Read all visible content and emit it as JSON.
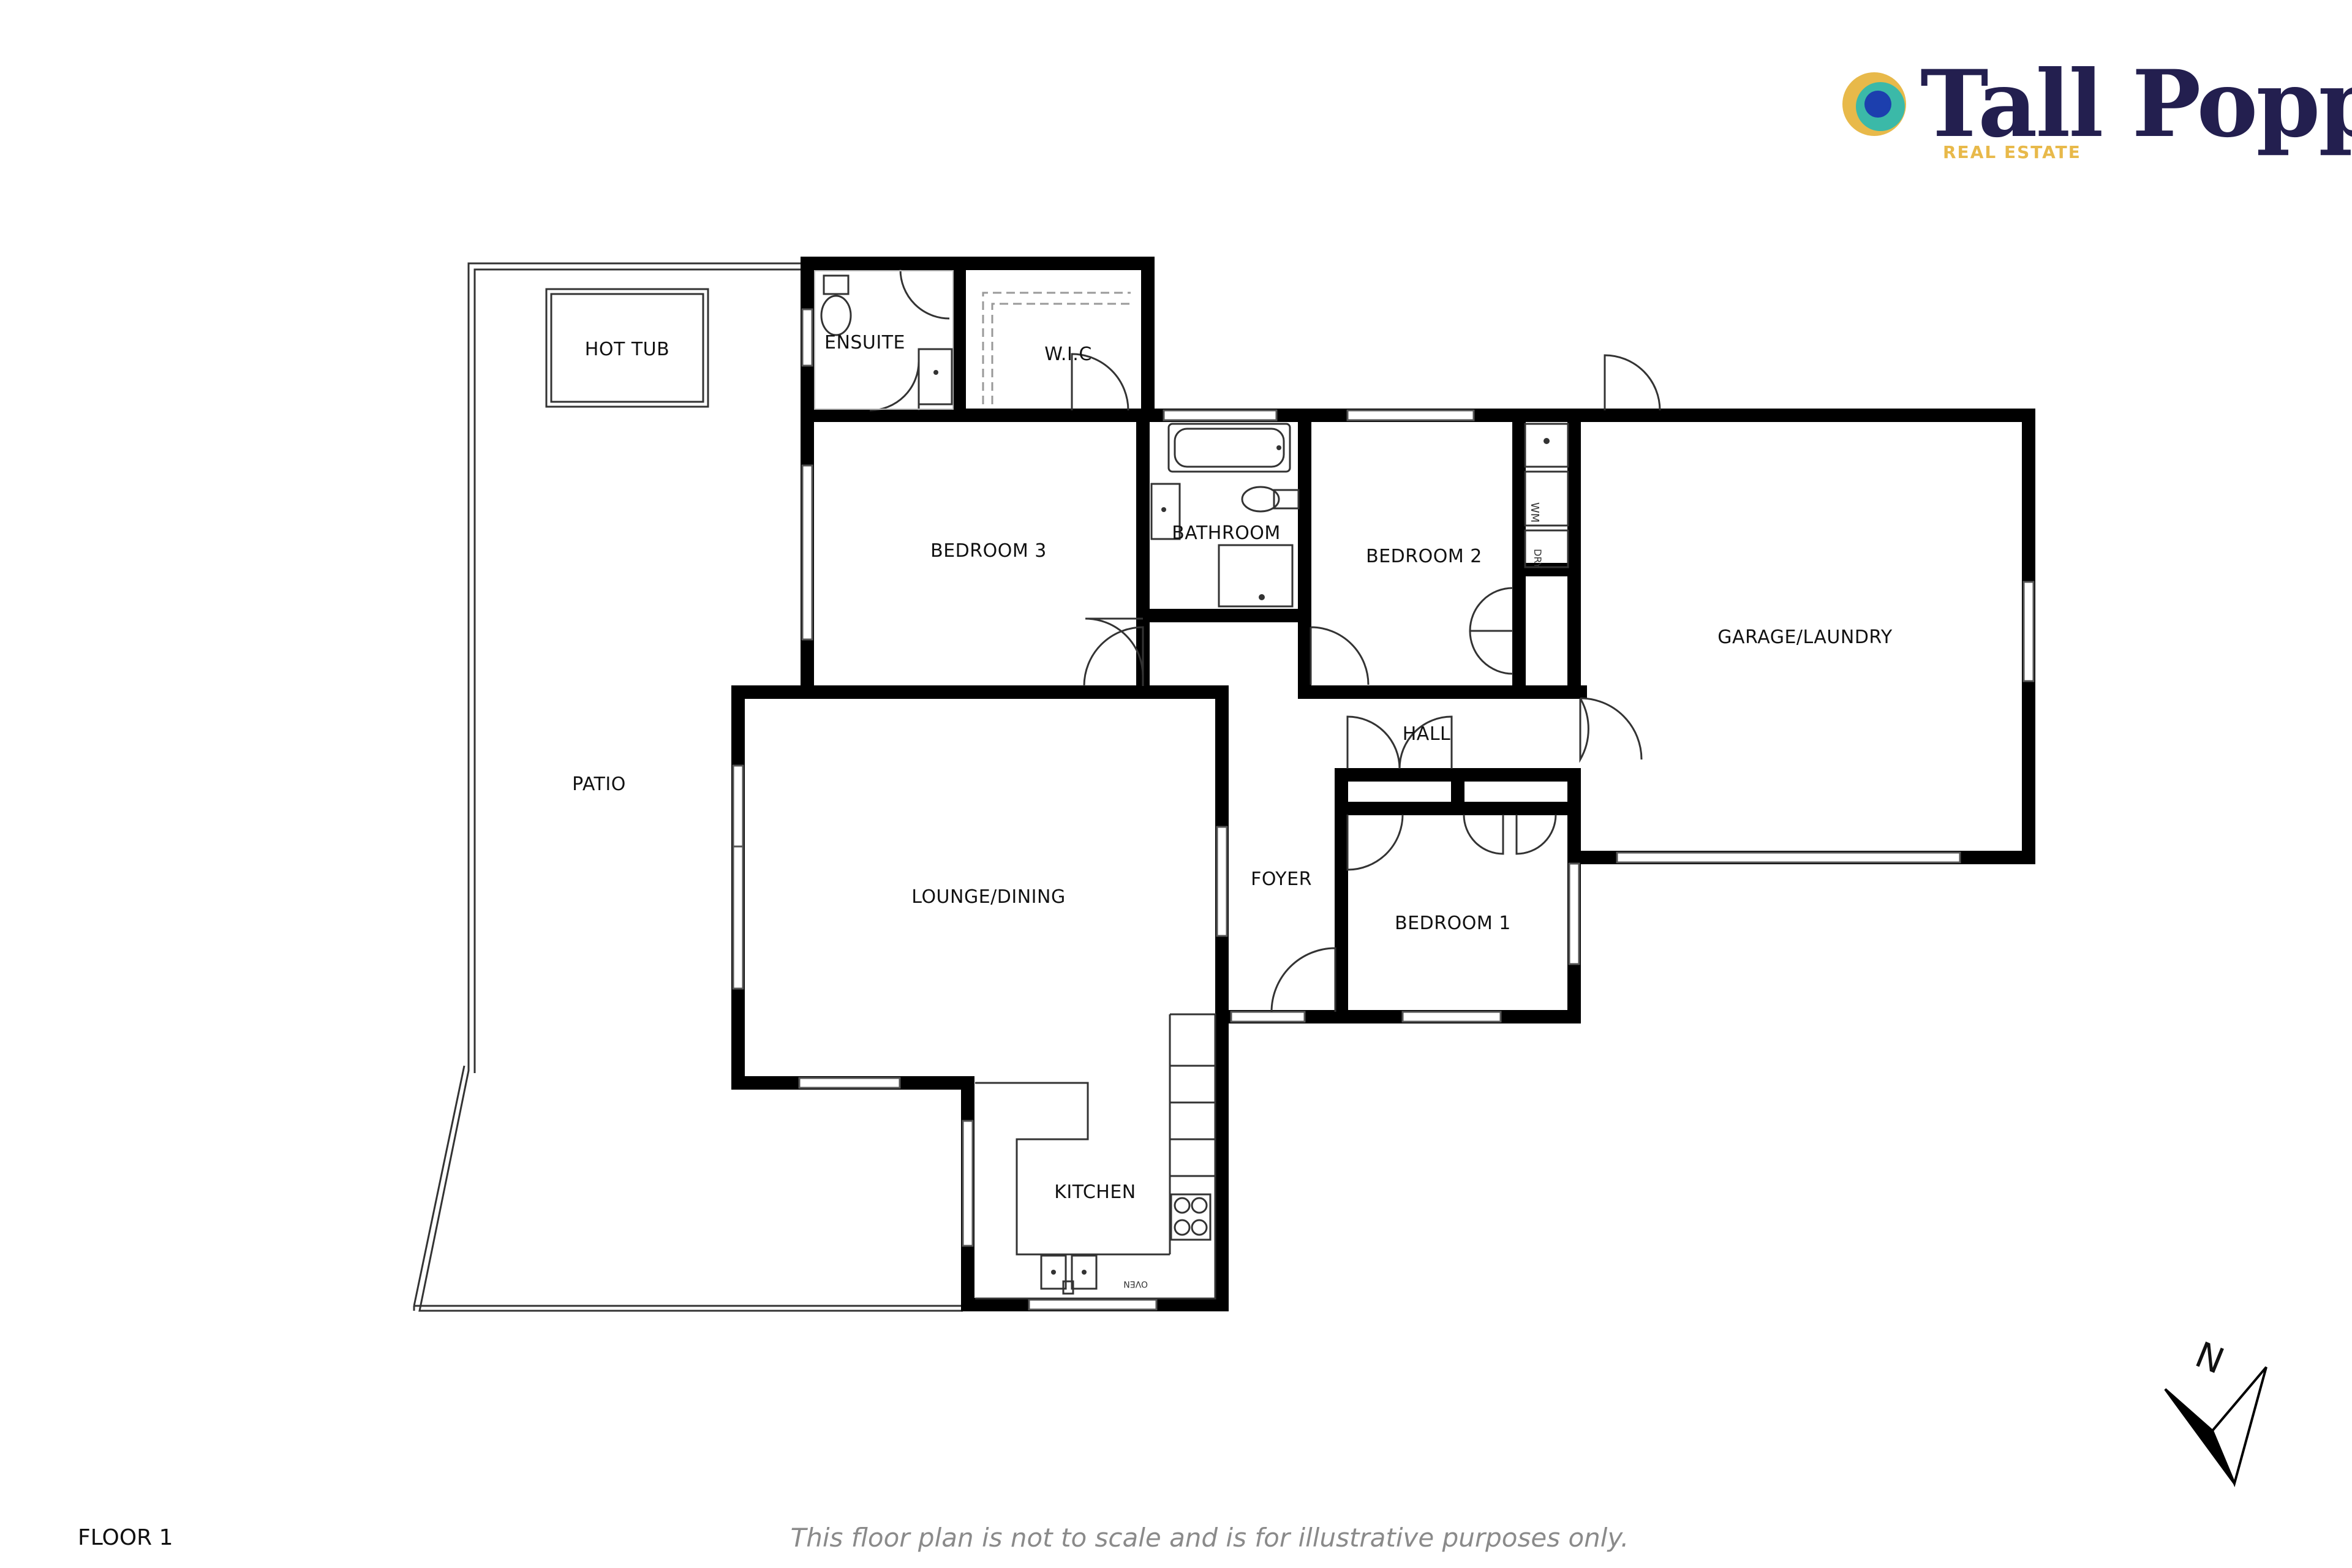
{
  "logo": {
    "name": "Tall Poppy",
    "tagline": "REAL ESTATE",
    "colors": {
      "ring_outer": "#e8b94a",
      "ring_mid": "#3bb9a8",
      "ring_center": "#1c3fae",
      "wordmark": "#231f4f"
    }
  },
  "floor_plan": {
    "floor_label": "FLOOR 1",
    "disclaimer": "This floor plan is not to scale and is for illustrative purposes only.",
    "compass_label": "N",
    "rooms": {
      "hot_tub": "HOT TUB",
      "ensuite": "ENSUITE",
      "wic": "W.I.C",
      "bedroom3": "BEDROOM 3",
      "bathroom": "BATHROOM",
      "bedroom2": "BEDROOM 2",
      "garage": "GARAGE/LAUNDRY",
      "patio": "PATIO",
      "hall": "HALL",
      "lounge": "LOUNGE/DINING",
      "foyer": "FOYER",
      "bedroom1": "BEDROOM 1",
      "kitchen": "KITCHEN"
    },
    "fixture_labels": {
      "washer": "WM",
      "dryer": "DRY",
      "oven": "OVEN"
    }
  }
}
